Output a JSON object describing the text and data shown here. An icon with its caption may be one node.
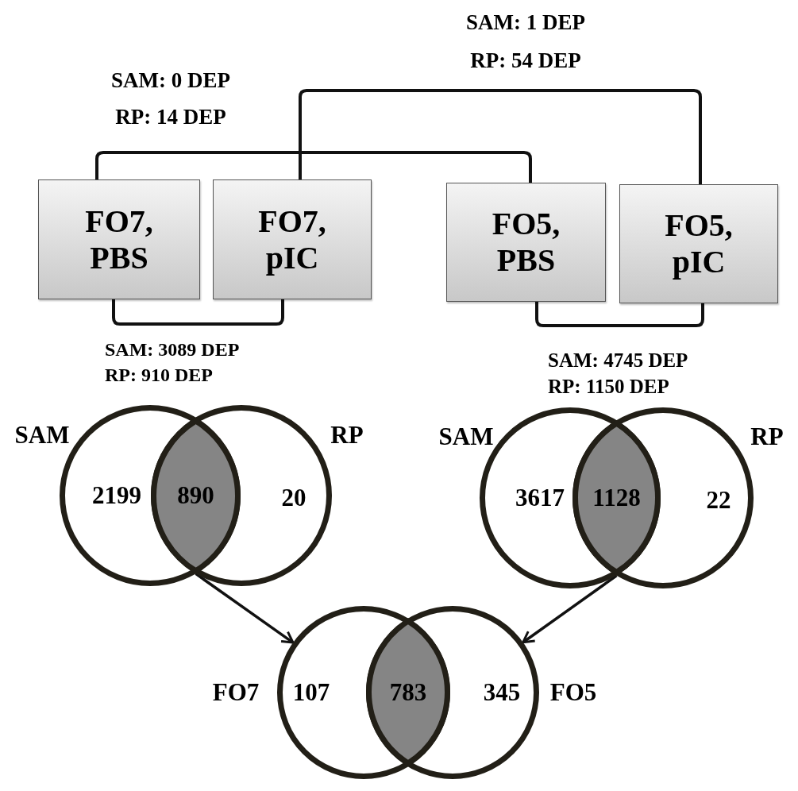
{
  "diagram": {
    "nodes": [
      {
        "text": [
          "FO7, PBS"
        ]
      },
      {
        "text": [
          "FO7, pIC"
        ]
      },
      {
        "text": [
          "FO5, PBS"
        ]
      },
      {
        "text": [
          "FO5, pIC"
        ]
      },
      {
        "text": [
          "2199"
        ],
        "beside": [
          "SAM"
        ]
      },
      {
        "text": [
          "20"
        ],
        "beside": [
          "RP"
        ]
      },
      {
        "text": [
          "890"
        ]
      },
      {
        "text": [
          "3617"
        ],
        "beside": [
          "SAM"
        ]
      },
      {
        "text": [
          "22"
        ],
        "beside": [
          "RP"
        ]
      },
      {
        "text": [
          "1128"
        ]
      },
      {
        "text": [
          "107"
        ],
        "beside": [
          "FO7"
        ]
      },
      {
        "text": [
          "345"
        ],
        "beside": [
          "FO5"
        ]
      },
      {
        "text": [
          "783"
        ]
      }
    ],
    "edges": [
      {
        "from": 0,
        "to": 1,
        "arrow": "none",
        "label": "SAM: 3089 DEP RP: 910 DEP"
      },
      {
        "from": 2,
        "to": 3,
        "arrow": "none",
        "label": "SAM: 4745 DEP RP: 1150 DEP"
      },
      {
        "from": 0,
        "to": 2,
        "arrow": "none",
        "label": "SAM: 0 DEP RP: 14 DEP"
      },
      {
        "from": 1,
        "to": 3,
        "arrow": "none",
        "label": "SAM: 1 DEP RP: 54 DEP"
      },
      {
        "from": 6,
        "to": 10,
        "arrow": "to"
      },
      {
        "from": 9,
        "to": 11,
        "arrow": "to"
      }
    ]
  }
}
